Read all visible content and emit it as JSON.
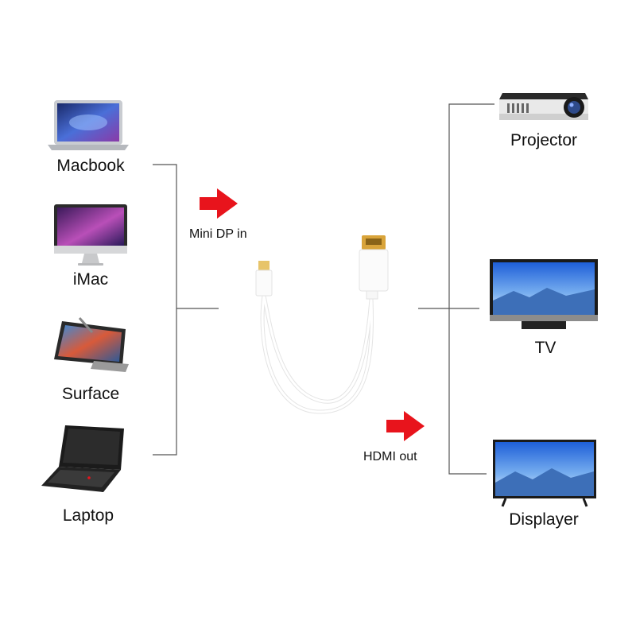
{
  "sources": [
    {
      "label": "Macbook",
      "icon": "laptop-icon"
    },
    {
      "label": "iMac",
      "icon": "imac-icon"
    },
    {
      "label": "Surface",
      "icon": "tablet-icon"
    },
    {
      "label": "Laptop",
      "icon": "thinkpad-laptop-icon"
    }
  ],
  "outputs": [
    {
      "label": "Projector",
      "icon": "projector-icon"
    },
    {
      "label": "TV",
      "icon": "tv-icon"
    },
    {
      "label": "Displayer",
      "icon": "monitor-icon"
    }
  ],
  "cable": {
    "input_label": "Mini DP in",
    "output_label": "HDMI out"
  },
  "colors": {
    "arrow": "#e8141c",
    "line": "#555555",
    "cable": "#ffffff",
    "hdmi_gold": "#d9a43a"
  }
}
